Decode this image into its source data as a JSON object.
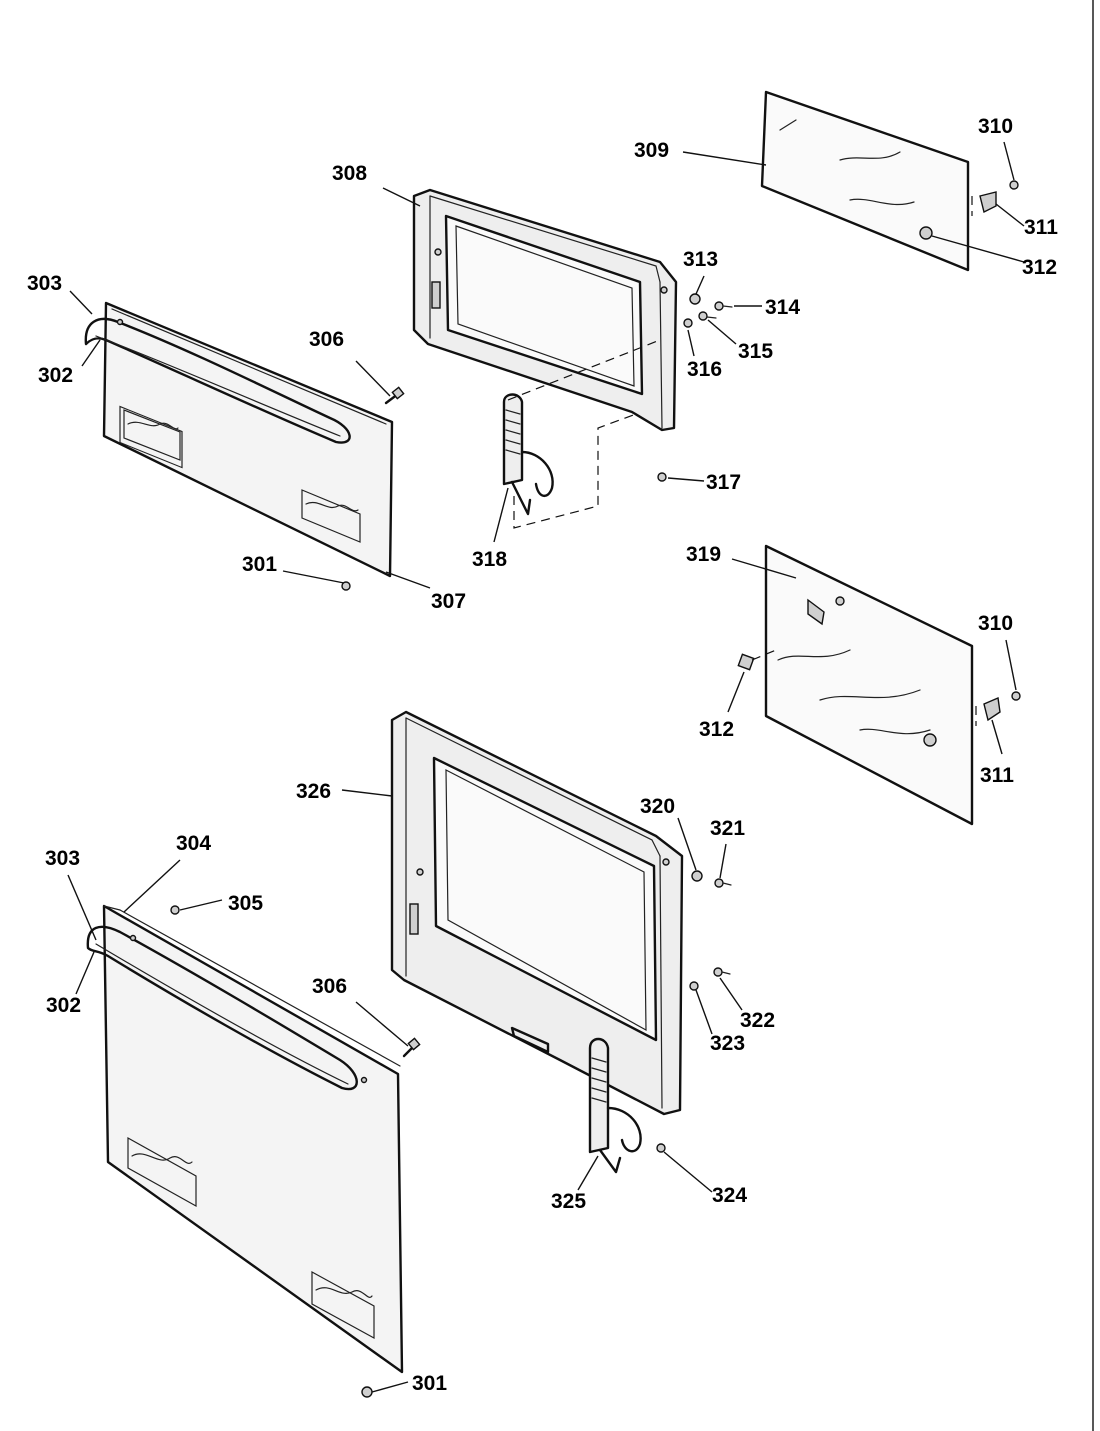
{
  "part_labels": {
    "p301a": "301",
    "p302a": "302",
    "p303a": "303",
    "p306a": "306",
    "p307": "307",
    "p308": "308",
    "p309": "309",
    "p310a": "310",
    "p311a": "311",
    "p312a": "312",
    "p313": "313",
    "p314": "314",
    "p315": "315",
    "p316": "316",
    "p317": "317",
    "p318": "318",
    "p319": "319",
    "p310b": "310",
    "p312b": "312",
    "p311b": "311",
    "p326": "326",
    "p320": "320",
    "p321": "321",
    "p303b": "303",
    "p304": "304",
    "p305": "305",
    "p302b": "302",
    "p306b": "306",
    "p322": "322",
    "p323": "323",
    "p324": "324",
    "p325": "325",
    "p301b": "301"
  }
}
